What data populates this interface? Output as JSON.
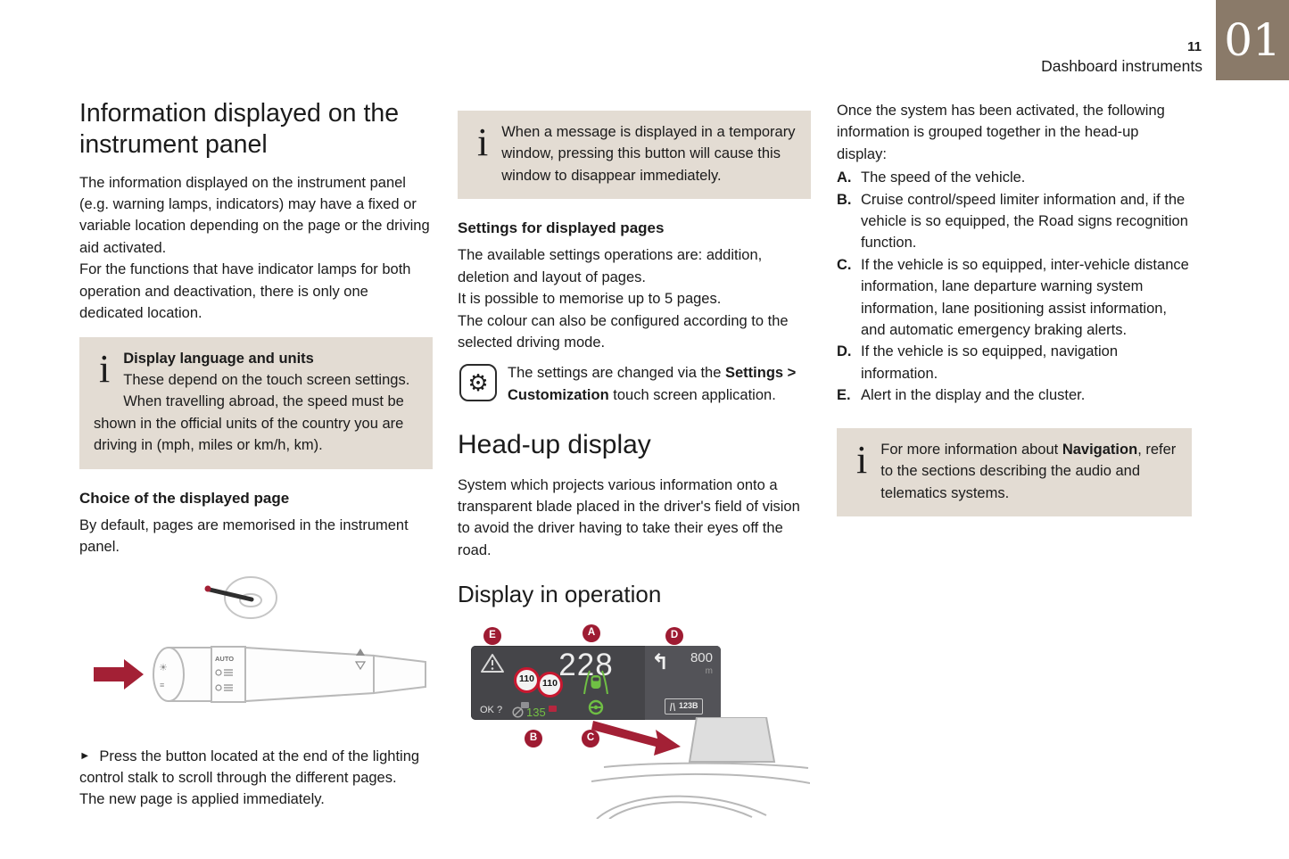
{
  "header": {
    "page_number": "11",
    "section_title": "Dashboard instruments",
    "chapter": "01"
  },
  "col1": {
    "title": "Information displayed on the instrument panel",
    "para1": "The information displayed on the instrument panel (e.g. warning lamps, indicators) may have a fixed or variable location depending on the page or the driving aid activated.",
    "para2": "For the functions that have indicator lamps for both operation and deactivation, there is only one dedicated location.",
    "infobox": {
      "title": "Display language and units",
      "para1": "These depend on the touch screen settings.",
      "para2": "When travelling abroad, the speed must be shown in the official units of the country you are driving in (mph, miles or km/h, km)."
    },
    "subheading": "Choice of the displayed page",
    "para3": "By default, pages are memorised in the instrument panel.",
    "stalk_auto_label": "AUTO",
    "bullet1": "Press the button located at the end of the lighting control stalk to scroll through the different pages.",
    "para4": "The new page is applied immediately."
  },
  "col2": {
    "infobox": "When a message is displayed in a temporary window, pressing this button will cause this window to disappear immediately.",
    "subheading": "Settings for displayed pages",
    "para1": "The available settings operations are: addition, deletion and layout of pages.",
    "para2": "It is possible to memorise up to 5 pages.",
    "para3": "The colour can also be configured according to the selected driving mode.",
    "settings_note": {
      "text1": "The settings are changed via the ",
      "bold": "Settings > Customization",
      "text2": " touch screen application."
    },
    "hud_title": "Head-up display",
    "hud_para": "System which projects various information onto a transparent blade placed in the driver's field of vision to avoid the driver having to take their eyes off the road.",
    "operation_title": "Display in operation"
  },
  "hud": {
    "speed": "228",
    "limit1": "110",
    "limit2": "110",
    "distance": "800",
    "distance_unit": "m",
    "ok_label": "OK ?",
    "green_value": "135",
    "nav_code": "123B",
    "badge_a": "A",
    "badge_b": "B",
    "badge_c": "C",
    "badge_d": "D",
    "badge_e": "E"
  },
  "col3": {
    "intro": "Once the system has been activated, the following information is grouped together in the head-up display:",
    "items": [
      {
        "label": "A.",
        "text": "The speed of the vehicle."
      },
      {
        "label": "B.",
        "text": "Cruise control/speed limiter information and, if the vehicle is so equipped, the Road signs recognition function."
      },
      {
        "label": "C.",
        "text": "If the vehicle is so equipped, inter-vehicle distance information, lane departure warning system information, lane positioning assist information, and automatic emergency braking alerts."
      },
      {
        "label": "D.",
        "text": "If the vehicle is so equipped, navigation information."
      },
      {
        "label": "E.",
        "text": "Alert in the display and the cluster."
      }
    ],
    "infobox": {
      "text1": "For more information about ",
      "bold": "Navigation",
      "text2": ", refer to the sections describing the audio and telematics systems."
    }
  },
  "colors": {
    "accent_red": "#a32035",
    "badge_red": "#9e1b32",
    "infobox_beige": "#e3dcd3",
    "chapter_tab": "#8a7a69"
  }
}
